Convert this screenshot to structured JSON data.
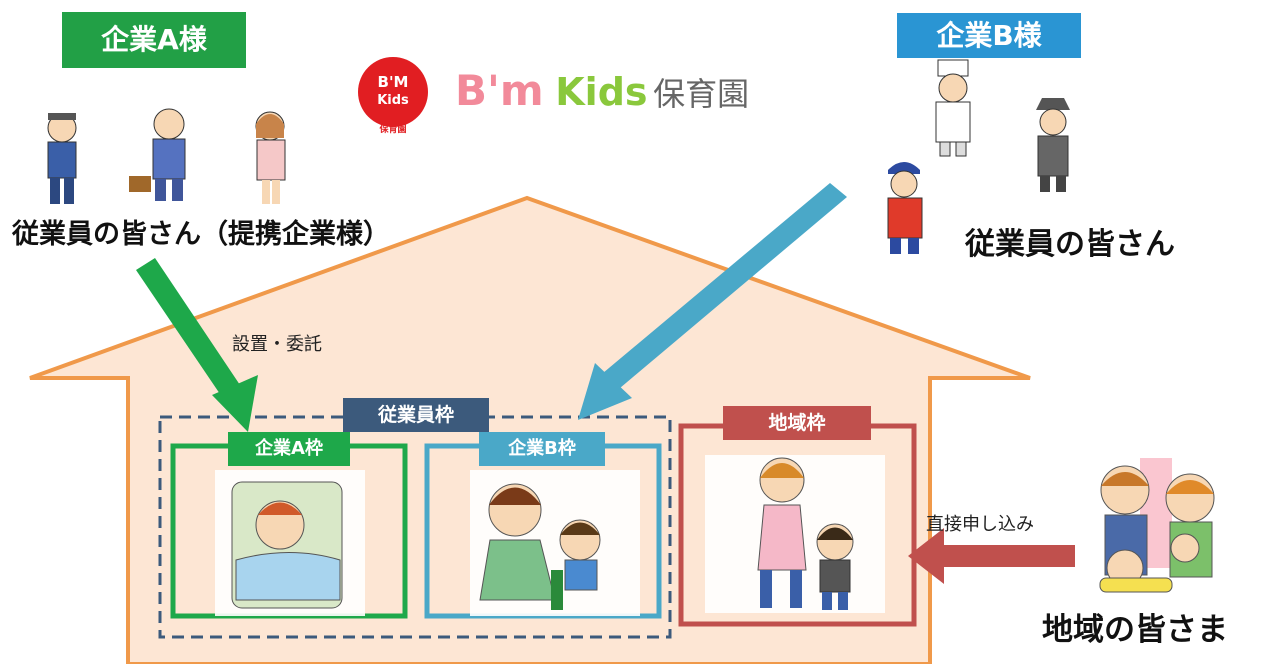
{
  "company_a": {
    "tag": "企業A様",
    "employees_label": "従業員の皆さん（提携企業様）",
    "color": "#22a046"
  },
  "company_b": {
    "tag": "企業B様",
    "employees_label": "従業員の皆さん",
    "color": "#2a95d3"
  },
  "logo": {
    "badge_line1": "B'M",
    "badge_line2": "Kids",
    "badge_line3": "保育園",
    "brand_bm": "B'm",
    "brand_kids": "Kids",
    "brand_suffix": "保育園"
  },
  "house": {
    "setup_label": "設置・委託",
    "employee_frame": "従業員枠",
    "frame_a": "企業A枠",
    "frame_b": "企業B枠",
    "frame_local": "地域枠"
  },
  "local": {
    "apply_label": "直接申し込み",
    "residents_label": "地域の皆さま"
  },
  "colors": {
    "green": "#1ea84a",
    "blue": "#4aa8c8",
    "red": "#c0504d",
    "navy": "#3c5a7c",
    "house_fill": "#fde6d4",
    "house_stroke": "#f0994a"
  }
}
